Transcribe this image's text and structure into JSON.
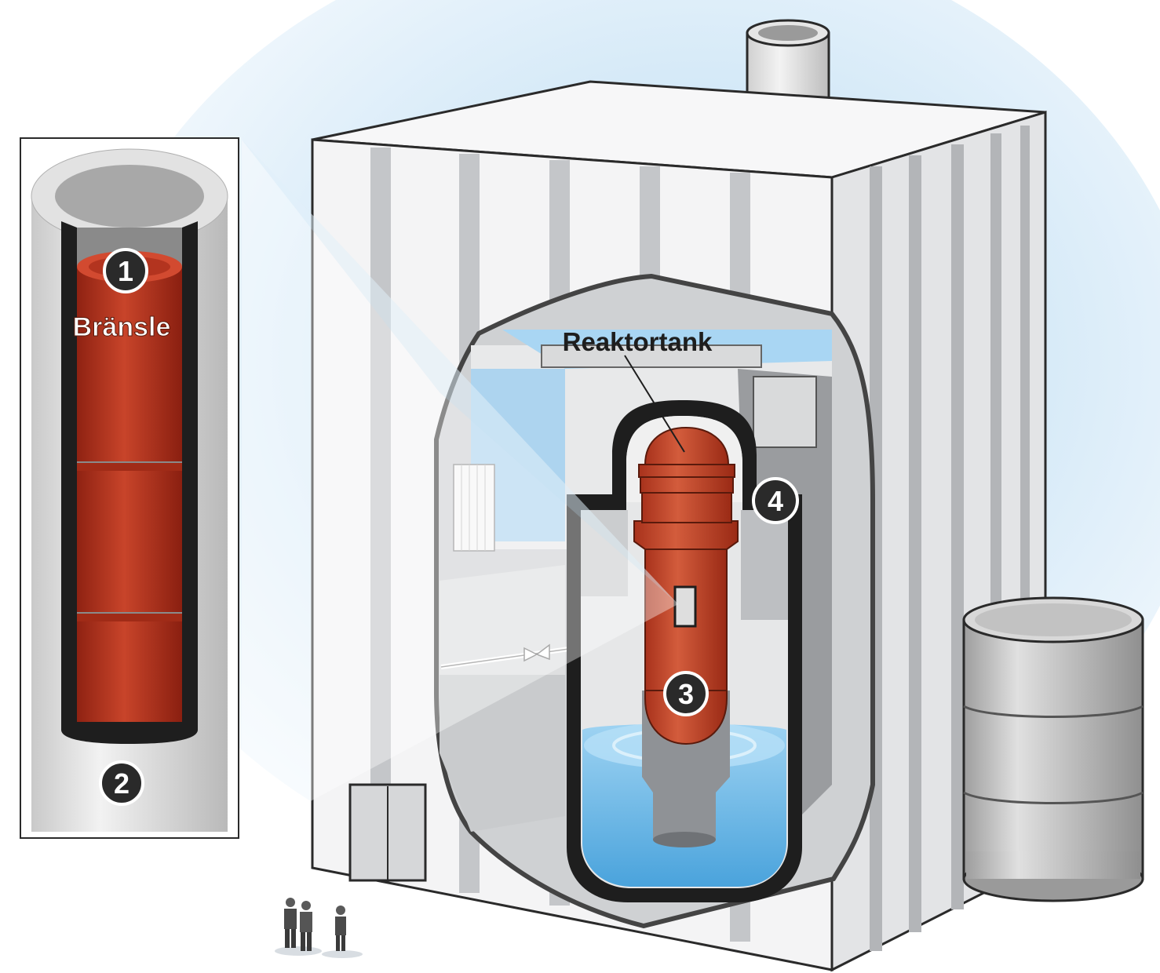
{
  "labels": {
    "fuel": "Bränsle",
    "reactor_tank": "Reaktortank"
  },
  "markers": [
    {
      "id": "1",
      "meaning": "fuel"
    },
    {
      "id": "2",
      "meaning": "cladding"
    },
    {
      "id": "3",
      "meaning": "reactor-vessel"
    },
    {
      "id": "4",
      "meaning": "containment"
    }
  ],
  "colors": {
    "fuel_red": "#b8321f",
    "building_white": "#f4f4f5",
    "wall_grey": "#c8cacc",
    "water_blue": "#7cc2ea",
    "outline": "#1e1e1e"
  }
}
